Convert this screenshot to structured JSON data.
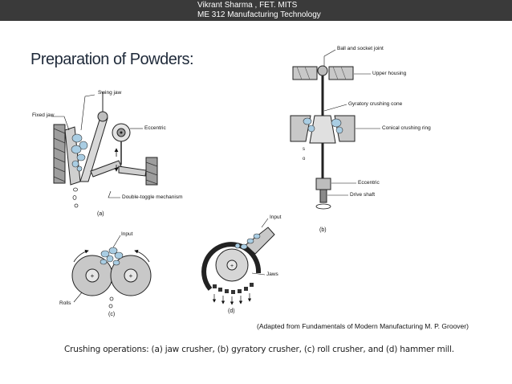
{
  "header": {
    "author": "Vikrant Sharma , FET. MITS",
    "course": "ME 312 Manufacturing Technology"
  },
  "slide": {
    "title": "Preparation of Powders:",
    "credit": "(Adapted from Fundamentals of Modern Manufacturing M. P. Groover)",
    "caption": "Crushing operations: (a) jaw crusher, (b) gyratory crusher, (c) roll crusher, and (d) hammer mill."
  },
  "figure": {
    "jaw": {
      "swing_jaw": "Swing jaw",
      "fixed_jaw": "Fixed jaw",
      "eccentric": "Eccentric",
      "toggle": "Double-toggle mechanism",
      "sub": "(a)"
    },
    "gyratory": {
      "ball_joint": "Ball and socket joint",
      "upper_housing": "Upper housing",
      "cone": "Gyratory crushing cone",
      "ring": "Conical crushing ring",
      "eccentric": "Eccentric",
      "drive_shaft": "Drive shaft",
      "sub": "(b)"
    },
    "roll": {
      "input": "Input",
      "rolls": "Rolls",
      "sub": "(c)"
    },
    "hammer": {
      "input": "Input",
      "jaws": "Jaws",
      "sub": "(d)"
    },
    "colors": {
      "particles": "#a9cde3",
      "metal": "#bdbdbd"
    }
  }
}
